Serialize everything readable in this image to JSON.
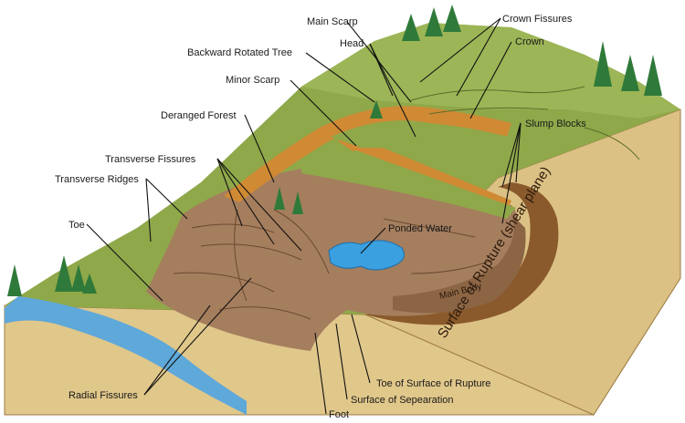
{
  "labels": {
    "main_scarp": "Main Scarp",
    "crown_fissures": "Crown Fissures",
    "head": "Head",
    "crown": "Crown",
    "backward_rotated_tree": "Backward Rotated Tree",
    "minor_scarp": "Minor Scarp",
    "deranged_forest": "Deranged Forest",
    "slump_blocks": "Slump Blocks",
    "transverse_fissures": "Transverse Fissures",
    "transverse_ridges": "Transverse Ridges",
    "toe": "Toe",
    "ponded_water": "Ponded Water",
    "main_body": "Main Body",
    "surface_of_rupture": "Surface of Rupture (shear plane)",
    "radial_fissures": "Radial Fissures",
    "toe_of_surface_of_rupture": "Toe of Surface of Rupture",
    "surface_of_separation": "Surface of Sepearation",
    "foot": "Foot"
  },
  "colors": {
    "grass": "#8fa84a",
    "grass_dark": "#6f8a36",
    "soil_tan": "#e0c78a",
    "slide_brown": "#a57e5e",
    "slide_dark": "#7a563b",
    "scarp_orange": "#d08a34",
    "rupture_brown": "#8a5a2c",
    "water": "#3aa0e0",
    "river": "#5fa8da",
    "tree": "#2f7a3a"
  }
}
